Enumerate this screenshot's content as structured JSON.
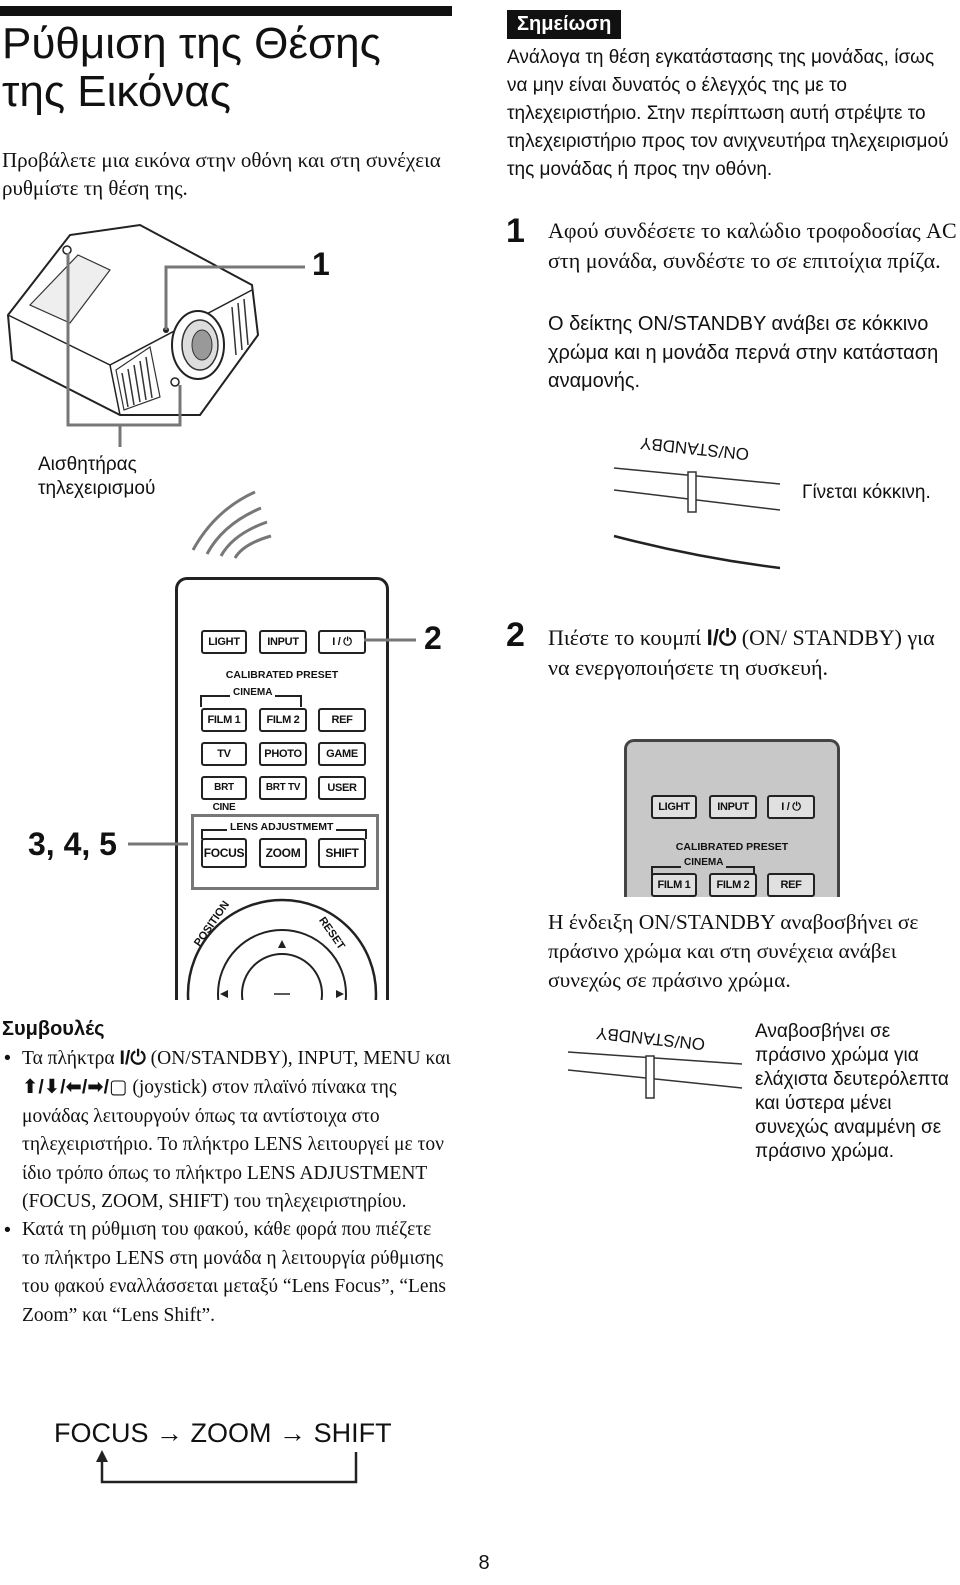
{
  "page": {
    "title_line1": "Ρύθμιση της Θέσης",
    "title_line2": "της Εικόνας",
    "intro": "Προβάλετε μια εικόνα στην οθόνη και στη συνέχεια ρυθμίστε τη θέση της.",
    "page_number": "8"
  },
  "note": {
    "heading": "Σημείωση",
    "text": "Ανάλογα τη θέση εγκατάστασης της μονάδας, ίσως να μην είναι δυνατός ο έλεγχός της με το τηλεχειριστήριο. Στην περίπτωση αυτή στρέψτε το τηλεχειριστήριο προς τον ανιχνευτήρα τηλεχειρισμού της μονάδας ή προς την οθόνη."
  },
  "steps": [
    {
      "number": "1",
      "text": "Αφού συνδέσετε το καλώδιο τροφοδοσίας AC στη μονάδα, συνδέστε το σε επιτοίχια πρίζα.",
      "detail": "Ο δείκτης ON/STANDBY ανάβει σε κόκκινο χρώμα και η μονάδα περνά στην κατάσταση αναμονής."
    },
    {
      "number": "2",
      "text_a": "Πιέστε το κουμπί",
      "text_b": "(ON/ STANDBY) για να ενεργοποιήσετε τη συσκευή.",
      "detail": "Η ένδειξη ON/STANDBY αναβοσβήνει σε πράσινο χρώμα και στη συνέχεια ανάβει συνεχώς σε πράσινο χρώμα."
    }
  ],
  "figure": {
    "callout_1": "1",
    "callout_2": "2",
    "callout_345": "3, 4, 5",
    "sensor_label": "Αισθητήρας τηλεχειρισμού",
    "indicator_text": "ON/STANDBY",
    "turns_red": "Γίνεται κόκκινη.",
    "blinks_green": "Αναβοσβήνει σε πράσινο χρώμα για ελάχιστα δευτερόλεπτα και ύστερα μένει συνεχώς αναμμένη σε πράσινο χρώμα."
  },
  "remote": {
    "buttons_row1": [
      "LIGHT",
      "INPUT",
      "I / ⏻"
    ],
    "calibrated_preset": "CALIBRATED PRESET",
    "cinema": "CINEMA",
    "buttons_row2": [
      "FILM 1",
      "FILM 2",
      "REF"
    ],
    "buttons_row3": [
      "TV",
      "PHOTO",
      "GAME"
    ],
    "buttons_row4": [
      "BRT CINE",
      "BRT TV",
      "USER"
    ],
    "lens_adjustment": "LENS ADJUSTMEMT",
    "buttons_row5": [
      "FOCUS",
      "ZOOM",
      "SHIFT"
    ],
    "position": "POSITION",
    "reset": "RESET"
  },
  "tips": {
    "heading": "Συμβουλές",
    "item1_a": "Τα πλήκτρα",
    "item1_b": "(ON/STANDBY), INPUT, MENU και",
    "item1_c": "(joystick) στον πλαϊνό πίνακα της μονάδας λειτουργούν όπως τα αντίστοιχα στο τηλεχειριστήριο. Το πλήκτρο LENS λειτουργεί με τον ίδιο τρόπο όπως το πλήκτρο LENS ADJUSTMENT (FOCUS, ZOOM, SHIFT) του τηλεχειριστηρίου.",
    "item2": "Κατά τη ρύθμιση του φακού, κάθε φορά που πιέζετε το πλήκτρο LENS στη μονάδα η λειτουργία ρύθμισης του φακού εναλλάσσεται μεταξύ “Lens Focus”, “Lens Zoom” και “Lens Shift”.",
    "cycle": [
      "FOCUS",
      "ZOOM",
      "SHIFT"
    ]
  }
}
